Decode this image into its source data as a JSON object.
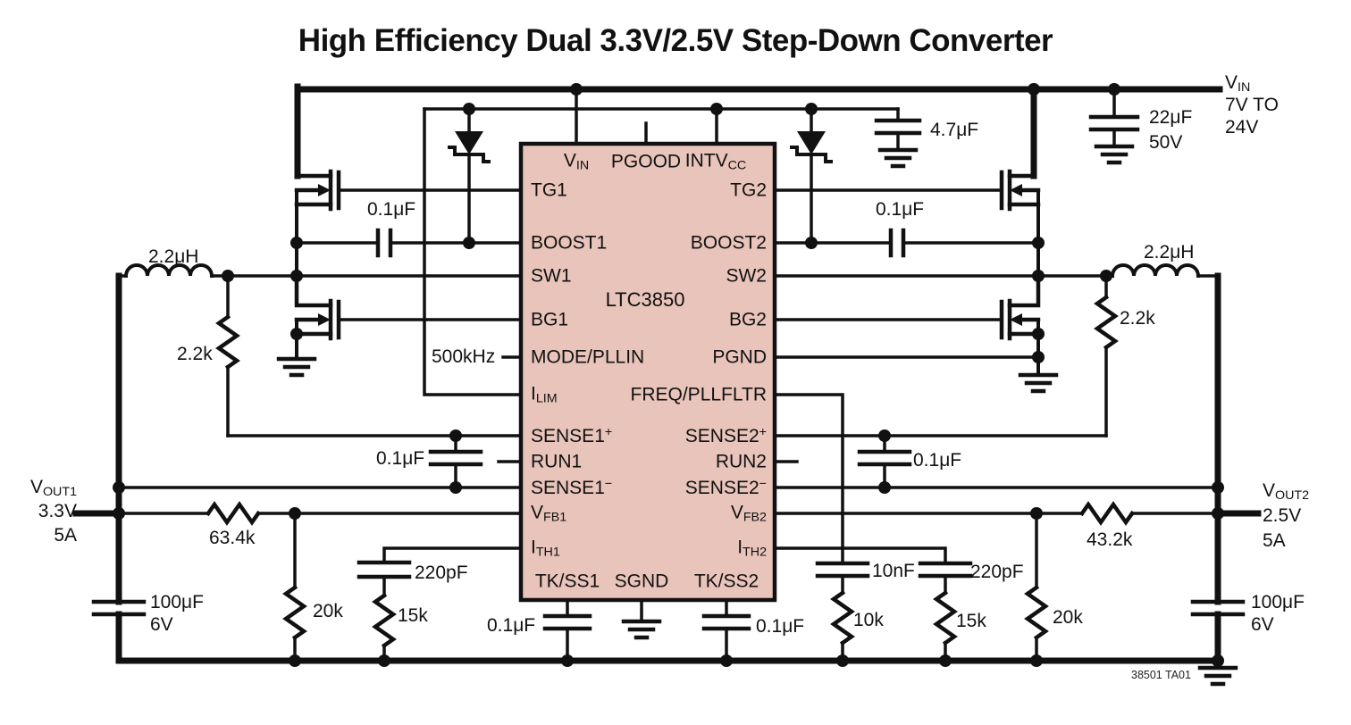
{
  "title": "High Efficiency Dual 3.3V/2.5V Step-Down Converter",
  "ic": {
    "name": "LTC3850",
    "top_pins": [
      {
        "base": "V",
        "sub": "IN"
      },
      {
        "base": "PGOOD"
      },
      {
        "base": "INTV",
        "sub": "CC"
      }
    ],
    "left_pins": [
      {
        "base": "TG1"
      },
      {
        "base": "BOOST1"
      },
      {
        "base": "SW1"
      },
      {
        "base": "BG1"
      },
      {
        "base": "MODE/PLLIN"
      },
      {
        "base": "I",
        "sub": "LIM"
      },
      {
        "base": "SENSE1",
        "sup": "+"
      },
      {
        "base": "RUN1"
      },
      {
        "base": "SENSE1",
        "sup": "−"
      },
      {
        "base": "V",
        "sub": "FB1"
      },
      {
        "base": "I",
        "sub": "TH1"
      }
    ],
    "right_pins": [
      {
        "base": "TG2"
      },
      {
        "base": "BOOST2"
      },
      {
        "base": "SW2"
      },
      {
        "base": "BG2"
      },
      {
        "base": "PGND"
      },
      {
        "base": "FREQ/PLLFLTR"
      },
      {
        "base": "SENSE2",
        "sup": "+"
      },
      {
        "base": "RUN2"
      },
      {
        "base": "SENSE2",
        "sup": "−"
      },
      {
        "base": "V",
        "sub": "FB2"
      },
      {
        "base": "I",
        "sub": "TH2"
      }
    ],
    "bottom_pins": [
      {
        "base": "TK/SS1"
      },
      {
        "base": "SGND"
      },
      {
        "base": "TK/SS2"
      }
    ]
  },
  "power": {
    "vin": {
      "base": "V",
      "sub": "IN",
      "line2": "7V TO",
      "line3": "24V"
    },
    "vout1": {
      "base": "V",
      "sub": "OUT1",
      "volts": "3.3V",
      "amps": "5A"
    },
    "vout2": {
      "base": "V",
      "sub": "OUT2",
      "volts": "2.5V",
      "amps": "5A"
    }
  },
  "components": {
    "l1": "2.2μH",
    "l2": "2.2μH",
    "r_dcr1": "2.2k",
    "r_dcr2": "2.2k",
    "c_boost1": "0.1μF",
    "c_boost2": "0.1μF",
    "c_intvcc": "4.7μF",
    "c_in": "22μF",
    "c_in_v": "50V",
    "freq": "500kHz",
    "c_sense1": "0.1μF",
    "c_sense2": "0.1μF",
    "r_fb1_top": "63.4k",
    "r_fb1_bot": "20k",
    "r_fb2_top": "43.2k",
    "r_fb2_bot": "20k",
    "c_ith1": "220pF",
    "r_ith1": "15k",
    "c_ith2": "220pF",
    "r_ith2": "15k",
    "c_freq": "10nF",
    "r_freq": "10k",
    "c_ss1": "0.1μF",
    "c_ss2": "0.1μF",
    "c_out1": "100μF",
    "c_out1_v": "6V",
    "c_out2": "100μF",
    "c_out2_v": "6V"
  },
  "footer": "38501 TA01"
}
